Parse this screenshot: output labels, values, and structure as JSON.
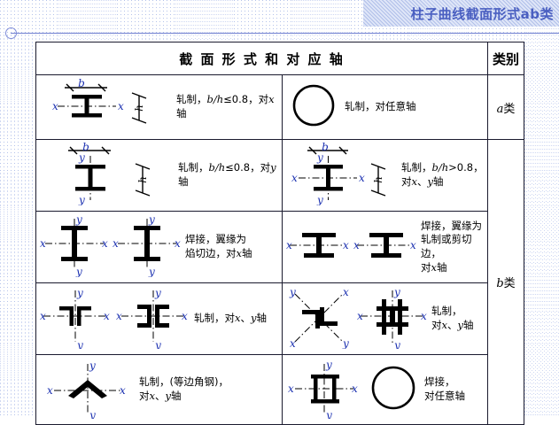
{
  "slide": {
    "title": "柱子曲线截面形式ab类",
    "title_color": "#4a5fc1",
    "band_color": "#dfe6f8"
  },
  "guide": {
    "handle_name": "rotation-handle",
    "line_name": "guide-line"
  },
  "table": {
    "header": {
      "main": "截 面 形 式 和 对 应 轴",
      "category": "类别"
    },
    "rows": [
      {
        "id": "row-1",
        "left": {
          "figures": [
            "i-beam-x-axis-b-h"
          ],
          "caption": "轧制，b/h≤0.8，对x轴",
          "caption_parts": [
            {
              "t": "轧制，",
              "i": false
            },
            {
              "t": "b/h",
              "i": true
            },
            {
              "t": "≤0.8，对",
              "i": false
            },
            {
              "t": "x",
              "i": true
            },
            {
              "t": "轴",
              "i": false
            }
          ]
        },
        "right": {
          "figures": [
            "circle-section"
          ],
          "caption": "轧制，对任意轴",
          "caption_parts": [
            {
              "t": "轧制，对任意轴",
              "i": false
            }
          ]
        },
        "category": {
          "letter": "a",
          "suffix": "类",
          "rowspan": 1
        }
      },
      {
        "id": "row-2",
        "left": {
          "figures": [
            "i-beam-y-axis-b-h"
          ],
          "caption": "轧制，b/h≤0.8，对y轴",
          "caption_parts": [
            {
              "t": "轧制，",
              "i": false
            },
            {
              "t": "b/h",
              "i": true
            },
            {
              "t": "≤0.8，对",
              "i": false
            },
            {
              "t": "y",
              "i": true
            },
            {
              "t": "轴",
              "i": false
            }
          ]
        },
        "right": {
          "figures": [
            "i-beam-xy-axis-b-h"
          ],
          "caption": "轧制，b/h>0.8，\n对x、y轴",
          "caption_parts": [
            {
              "t": "轧制，",
              "i": false
            },
            {
              "t": "b/h",
              "i": true
            },
            {
              "t": ">0.8，\n对",
              "i": false
            },
            {
              "t": "x",
              "i": true
            },
            {
              "t": "、",
              "i": false
            },
            {
              "t": "y",
              "i": true
            },
            {
              "t": "轴",
              "i": false
            }
          ]
        },
        "category": {
          "letter": "b",
          "suffix": "类",
          "rowspan": 4
        }
      },
      {
        "id": "row-3",
        "left": {
          "figures": [
            "welded-i-beam-xy-1",
            "welded-i-beam-xy-2"
          ],
          "caption": "焊接，翼缘为\n焰切边，对x轴",
          "caption_parts": [
            {
              "t": "焊接，翼缘为\n焰切边，对",
              "i": false
            },
            {
              "t": "x",
              "i": true
            },
            {
              "t": "轴",
              "i": false
            }
          ]
        },
        "right": {
          "figures": [
            "welded-wide-i-beam-x-1",
            "welded-wide-i-beam-x-2"
          ],
          "caption": "焊接，翼缘为\n轧制或剪切边，\n对x轴",
          "caption_parts": [
            {
              "t": "焊接，翼缘为\n轧制或剪切边，\n对",
              "i": false
            },
            {
              "t": "x",
              "i": true
            },
            {
              "t": "轴",
              "i": false
            }
          ]
        }
      },
      {
        "id": "row-4",
        "left": {
          "figures": [
            "back-to-back-angles-xy",
            "back-to-back-channels-xy"
          ],
          "caption": "轧制，对x、y轴",
          "caption_parts": [
            {
              "t": "轧制，对",
              "i": false
            },
            {
              "t": "x",
              "i": true
            },
            {
              "t": "、",
              "i": false
            },
            {
              "t": "y",
              "i": true
            },
            {
              "t": "轴",
              "i": false
            }
          ]
        },
        "right": {
          "figures": [
            "cruciform-diagonal-xy",
            "cruciform-orthogonal-xy"
          ],
          "caption": "轧制，\n对x、y轴",
          "caption_parts": [
            {
              "t": "轧制，\n对",
              "i": false
            },
            {
              "t": "x",
              "i": true
            },
            {
              "t": "、",
              "i": false
            },
            {
              "t": "y",
              "i": true
            },
            {
              "t": "轴",
              "i": false
            }
          ]
        }
      },
      {
        "id": "row-5",
        "left": {
          "figures": [
            "equal-angle-xy"
          ],
          "caption": "轧制，(等边角钢)，\n对x、y轴",
          "caption_parts": [
            {
              "t": "轧制，(等边角钢)，\n对",
              "i": false
            },
            {
              "t": "x",
              "i": true
            },
            {
              "t": "、",
              "i": false
            },
            {
              "t": "y",
              "i": true
            },
            {
              "t": "轴",
              "i": false
            }
          ]
        },
        "right": {
          "figures": [
            "welded-box-section-xy",
            "circle-section"
          ],
          "caption": "焊接，\n对任意轴",
          "caption_parts": [
            {
              "t": "焊接，\n对任意轴",
              "i": false
            }
          ]
        }
      }
    ]
  },
  "axis_labels": {
    "x": "x",
    "y": "y",
    "b": "b",
    "h": "h"
  }
}
